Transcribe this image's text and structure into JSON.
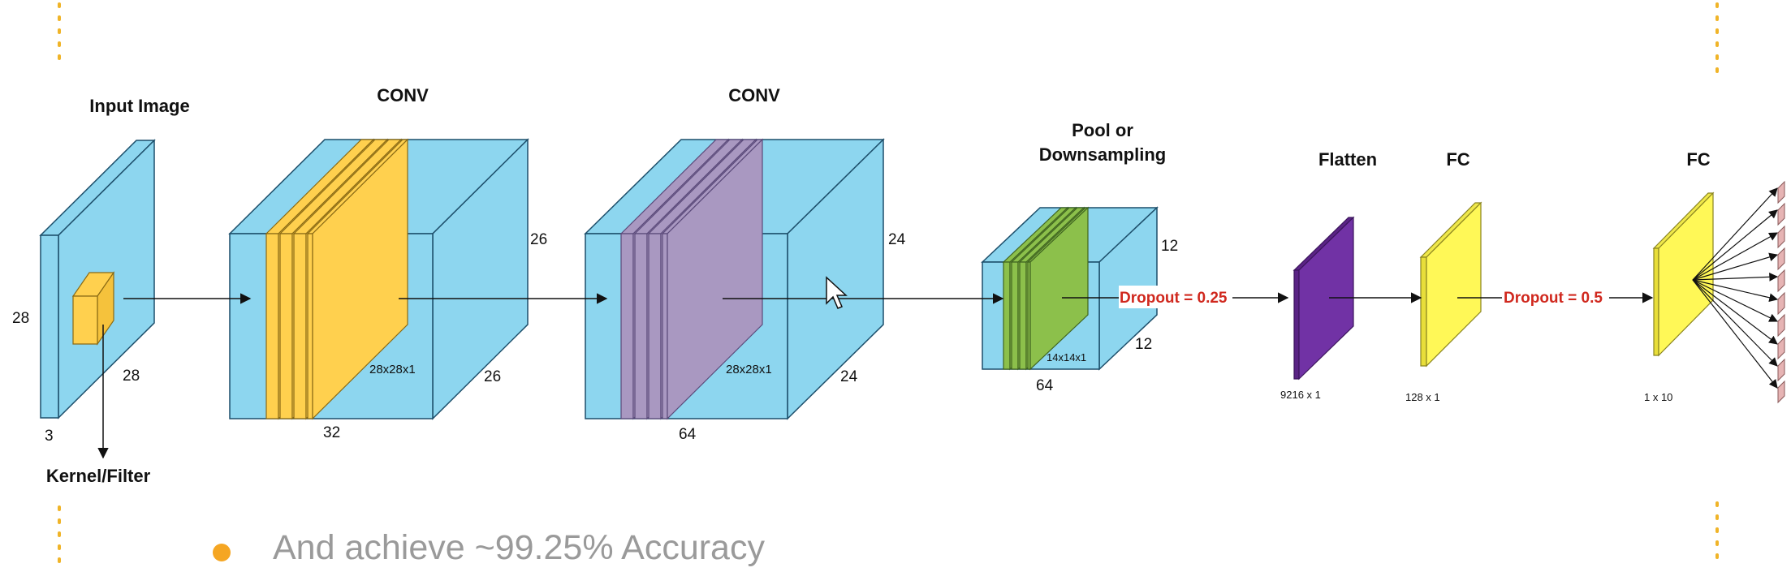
{
  "labels": {
    "input_image": "Input Image",
    "conv1": "CONV",
    "conv2": "CONV",
    "pool_line1": "Pool or",
    "pool_line2": "Downsampling",
    "flatten": "Flatten",
    "fc1": "FC",
    "fc2": "FC",
    "kernel": "Kernel/Filter"
  },
  "dims": {
    "input_h": "28",
    "input_w": "28",
    "input_d": "3",
    "conv1_h": "26",
    "conv1_w": "26",
    "conv1_d": "32",
    "conv1_kernel": "28x28x1",
    "conv2_h": "24",
    "conv2_w": "24",
    "conv2_d": "64",
    "conv2_kernel": "28x28x1",
    "pool_h": "12",
    "pool_w": "12",
    "pool_d": "64",
    "pool_kernel": "14x14x1",
    "flatten": "9216 x 1",
    "fc1": "128 x 1",
    "fc2": "1 x 10"
  },
  "dropouts": {
    "first": "Dropout = 0.25",
    "second": "Dropout = 0.5"
  },
  "bullet": {
    "text": "And achieve ~99.25% Accuracy"
  },
  "colors": {
    "volume": "#8dd6ef",
    "volume_edge": "#1d4f6b",
    "conv1_filter": "#ffd04e",
    "conv2_filter": "#a998c1",
    "pool_filter": "#8cc04b",
    "flatten": "#7132a5",
    "fc": "#fff857",
    "output": "#e6b4b4",
    "dropout": "#d0281e",
    "bullet": "#f5a623",
    "dots": "#f0b428"
  }
}
